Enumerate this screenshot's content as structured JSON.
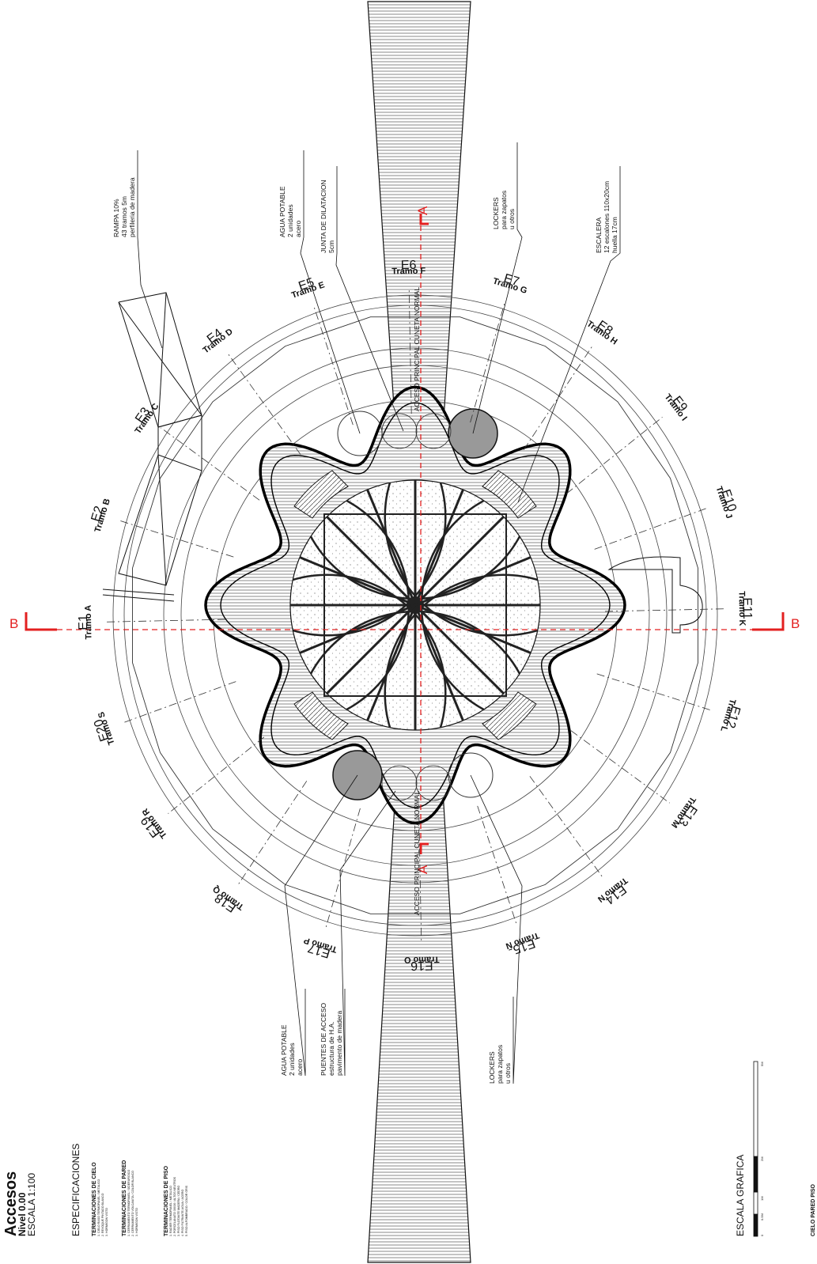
{
  "colors": {
    "section_line": "#e32020",
    "ink": "#111111",
    "hatch": "#555555"
  },
  "title": {
    "name": "Accesos",
    "level": "Nivel 0.00",
    "scale": "ESCALA 1:100"
  },
  "specs": {
    "heading": "ESPECIFICACIONES",
    "groups": [
      {
        "title": "TERMINACIONES DE CIELO",
        "items": [
          "1. CIELO RASO TERMOPANEL / METALICO",
          "2. REVOQUE PINTADO BLANCO",
          "3. HORMIGON VISTO"
        ]
      },
      {
        "title": "TERMINACIONES DE PARED",
        "items": [
          "1. CERRAMIENTO TERMOPANEL / SIDERURGICO",
          "2. CERRAMIENTO VOLCANITA / COLOR BLANCO",
          "3. HORMIGON VISTO"
        ]
      },
      {
        "title": "TERMINACIONES DE PISO",
        "items": [
          "1. RADIER TERMOPANEL / METALICO",
          "2. PORCELANATO 30X30 / ALTOS NEUTROS",
          "3. PISO FLOTANTE MADERA / CEDRO",
          "4. PISO FILTRANTE AGUA / ACERO",
          "5. PISO ALFOMBRADO / COLOR GRIS"
        ]
      }
    ]
  },
  "graphic_scale": {
    "label": "ESCALA GRAFICA",
    "ticks": [
      "0",
      "0.5M",
      "1M",
      "2M",
      "5M"
    ]
  },
  "legend_bottom": "CIELO  PARED  PISO",
  "sections": {
    "a_top": "A",
    "a_bottom": "A",
    "b_left": "B",
    "b_right": "B"
  },
  "accesses": {
    "top": "ACCESO PRINCIPAL CUNETA NORMAL",
    "bottom": "ACCESO PRINCIPAL CUNETA NORMAL"
  },
  "axes": [
    "E1",
    "E2",
    "E3",
    "E4",
    "E5",
    "E6",
    "E7",
    "E8",
    "E9",
    "E10",
    "E11",
    "E12",
    "E13",
    "E14",
    "E15",
    "E16",
    "E17",
    "E18",
    "E19",
    "E20"
  ],
  "tramos": [
    "Tramo A",
    "Tramo B",
    "Tramo C",
    "Tramo D",
    "Tramo E",
    "Tramo F",
    "Tramo G",
    "Tramo H",
    "Tramo I",
    "Tramo J",
    "Tramo K",
    "Tramo L",
    "Tramo M",
    "Tramo N",
    "Tramo Ñ",
    "Tramo O",
    "Tramo P",
    "Tramo Q",
    "Tramo R",
    "Tramo S"
  ],
  "notes": {
    "rampa": [
      "RAMPA 10%",
      "43 tramos 5m",
      "perfileria de madera"
    ],
    "agua_top": [
      "AGUA POTABLE",
      "2 unidades",
      "acero"
    ],
    "junta": [
      "JUNTA DE DILATACION",
      "5cm"
    ],
    "lockers_top": [
      "LOCKERS",
      "para zapatos",
      "u otros"
    ],
    "escalera": [
      "ESCALERA",
      "12 escalones 110x20cm",
      "huella 17cm"
    ],
    "agua_bottom": [
      "AGUA POTABLE",
      "2 unidades",
      "acero"
    ],
    "puentes": [
      "PUENTES DE ACCESO",
      "estructura de H.A.",
      "pavimento de madera"
    ],
    "lockers_bottom": [
      "LOCKERS",
      "para zapatos",
      "u otros"
    ]
  }
}
